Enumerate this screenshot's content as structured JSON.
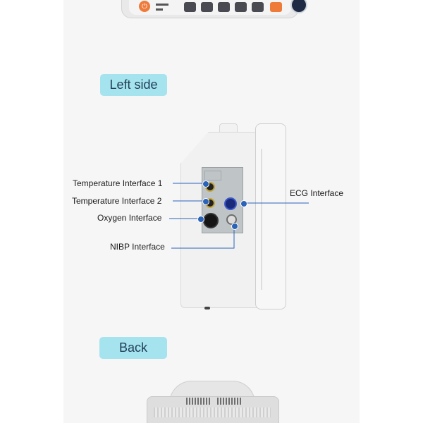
{
  "sections": {
    "left_side_label": "Left side",
    "back_label": "Back"
  },
  "callouts": {
    "temperature_1": "Temperature Interface 1",
    "temperature_2": "Temperature Interface 2",
    "oxygen": "Oxygen Interface",
    "nibp": "NIBP Interface",
    "ecg": "ECG Interface"
  },
  "colors": {
    "pill_background": "#a5e3ee",
    "pill_text": "#1f3d57",
    "callout_line": "#2b63b9",
    "accent_orange": "#ee7b3a"
  },
  "icons": {
    "power": "power-icon",
    "knob": "rotary-knob-icon"
  }
}
